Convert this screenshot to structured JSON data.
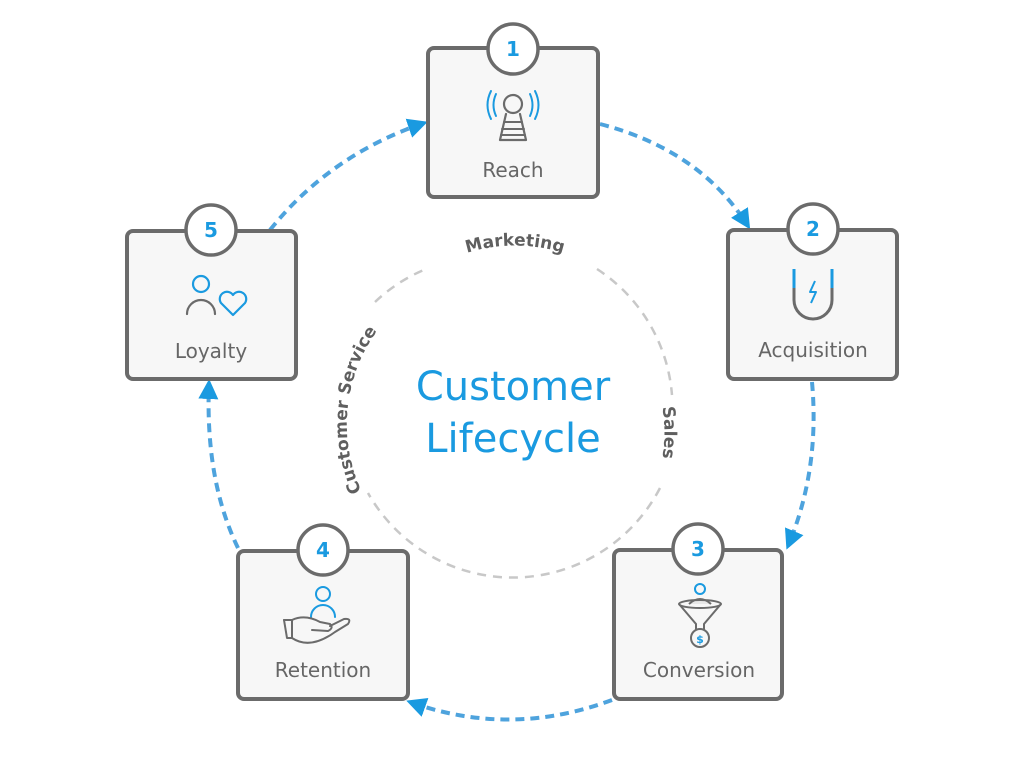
{
  "diagram": {
    "title_line1": "Customer",
    "title_line2": "Lifecycle",
    "inner_arc_labels": {
      "marketing": "Marketing",
      "sales": "Sales",
      "customer_service": "Customer Service"
    },
    "stages": [
      {
        "number": "1",
        "label": "Reach",
        "icon": "broadcast-tower-icon"
      },
      {
        "number": "2",
        "label": "Acquisition",
        "icon": "magnet-icon"
      },
      {
        "number": "3",
        "label": "Conversion",
        "icon": "funnel-icon"
      },
      {
        "number": "4",
        "label": "Retention",
        "icon": "hand-holding-person-icon"
      },
      {
        "number": "5",
        "label": "Loyalty",
        "icon": "person-heart-icon"
      }
    ],
    "colors": {
      "accent": "#1a9ae0",
      "arrow": "#4ea3dd",
      "box_border": "#6b6b6b",
      "box_fill": "#f7f7f7",
      "inner_circle": "#c8c8c8",
      "text_gray": "#666666"
    }
  }
}
